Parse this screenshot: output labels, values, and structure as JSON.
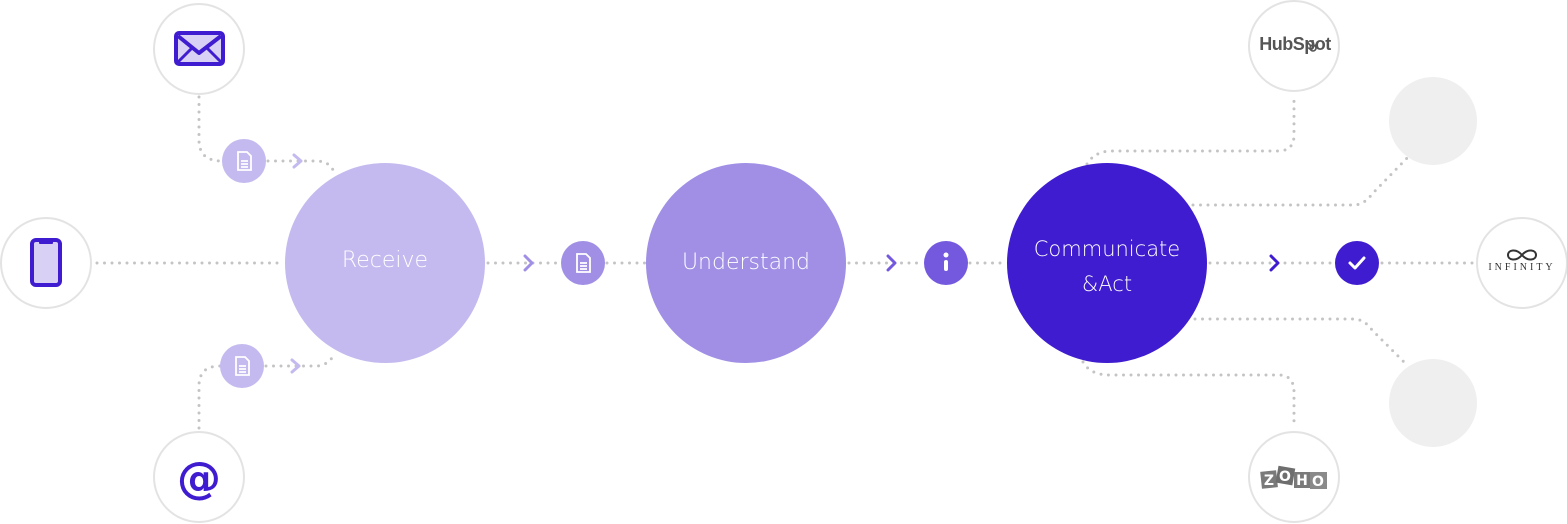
{
  "diagram": {
    "stages": [
      {
        "id": "receive",
        "label": "Receive",
        "color": "#c4baef"
      },
      {
        "id": "understand",
        "label": "Understand",
        "color": "#a08fe5"
      },
      {
        "id": "communicate",
        "label_line1": "Communicate",
        "label_line2": "&Act",
        "color": "#3f1ccf"
      }
    ],
    "sources": [
      {
        "id": "email",
        "icon": "envelope-icon"
      },
      {
        "id": "mobile",
        "icon": "smartphone-icon"
      },
      {
        "id": "at",
        "icon": "at-sign-icon",
        "glyph": "@"
      }
    ],
    "connectors": [
      {
        "id": "doc-top",
        "icon": "document-icon"
      },
      {
        "id": "doc-bottom",
        "icon": "document-icon"
      },
      {
        "id": "doc-middle",
        "icon": "document-icon"
      },
      {
        "id": "info",
        "icon": "info-icon",
        "glyph": "i"
      },
      {
        "id": "check",
        "icon": "checkmark-icon"
      }
    ],
    "destinations": [
      {
        "id": "hubspot",
        "label": "HubSpot"
      },
      {
        "id": "placeholder-top",
        "label": ""
      },
      {
        "id": "infinity",
        "label": "INFINITY"
      },
      {
        "id": "placeholder-bottom",
        "label": ""
      },
      {
        "id": "zoho",
        "label": "ZOHO",
        "letters": [
          "Z",
          "O",
          "H",
          "O"
        ]
      }
    ],
    "colors": {
      "accent": "#3f1ccf",
      "icon_fill": "#d8d1f5",
      "light_purple": "#c4baef",
      "mid_purple": "#a08fe5",
      "info_purple": "#7459de",
      "dot_gray": "#c4c4c4",
      "outline_gray": "#e3e3e3",
      "placeholder_gray": "#efefef"
    }
  }
}
